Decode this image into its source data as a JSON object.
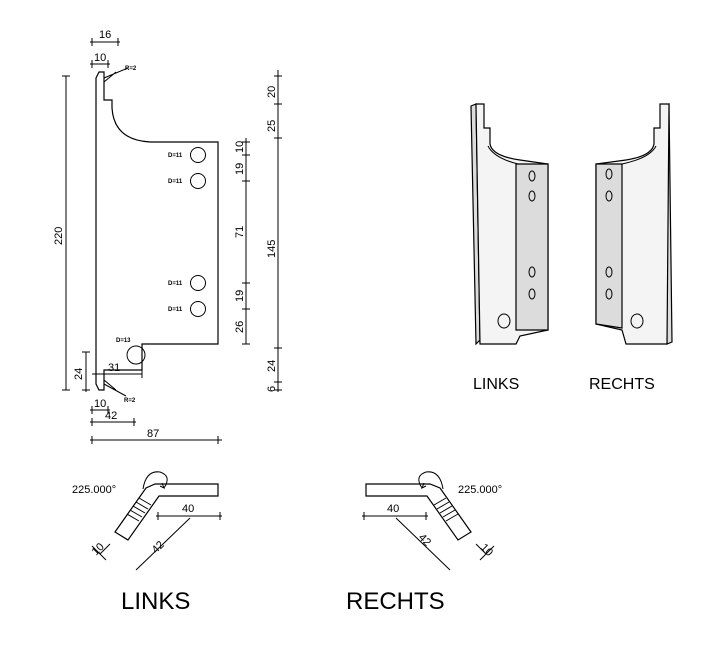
{
  "drawing": {
    "top_dims": {
      "width_16": "16",
      "width_10": "10",
      "radius_top": "R=2"
    },
    "left_dims": {
      "height_220": "220",
      "height_24": "24"
    },
    "holes": [
      {
        "label": "D=11"
      },
      {
        "label": "D=11"
      },
      {
        "label": "D=11"
      },
      {
        "label": "D=11"
      },
      {
        "label": "D=13"
      }
    ],
    "inner_vertical_dims": [
      "10",
      "19",
      "71",
      "19",
      "26"
    ],
    "outer_vertical_dims": [
      "20",
      "25",
      "145",
      "24",
      "6"
    ],
    "bottom_dims": {
      "d31": "31",
      "d10": "10",
      "radius_bottom": "R=2",
      "d42": "42",
      "d87": "87"
    }
  },
  "views_3d": {
    "left_label": "LINKS",
    "right_label": "RECHTS"
  },
  "bend_views": [
    {
      "angle": "225.000°",
      "d40": "40",
      "d42": "42",
      "d10": "10",
      "label": "LINKS"
    },
    {
      "angle": "225.000°",
      "d40": "40",
      "d42": "42",
      "d10": "10",
      "label": "RECHTS"
    }
  ]
}
